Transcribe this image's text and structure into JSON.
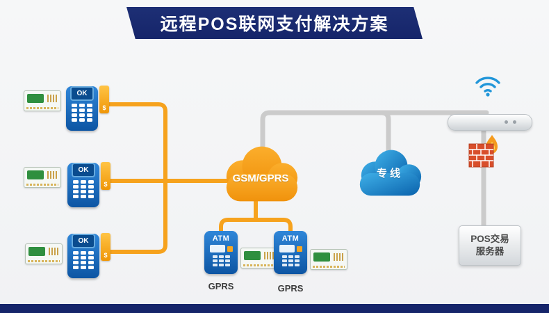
{
  "header": {
    "title": "远程POS联网支付解决方案"
  },
  "pos_terminals": [
    {
      "screen_label": "OK",
      "reader_symbol": "$"
    },
    {
      "screen_label": "OK",
      "reader_symbol": "$"
    },
    {
      "screen_label": "OK",
      "reader_symbol": "$"
    }
  ],
  "clouds": {
    "gsm": {
      "label": "GSM/GPRS"
    },
    "dedicated": {
      "label": "专线"
    }
  },
  "atms": [
    {
      "label": "ATM",
      "caption": "GPRS"
    },
    {
      "label": "ATM",
      "caption": "GPRS"
    }
  ],
  "server": {
    "line1": "POS交易",
    "line2": "服务器"
  },
  "colors": {
    "banner_navy": "#16256A",
    "line_orange": "#F6A21D",
    "line_gray": "#CBCBCB",
    "device_blue": "#1A6FC0",
    "cloud_orange": "#F6980F",
    "cloud_blue": "#1E8FD5"
  }
}
